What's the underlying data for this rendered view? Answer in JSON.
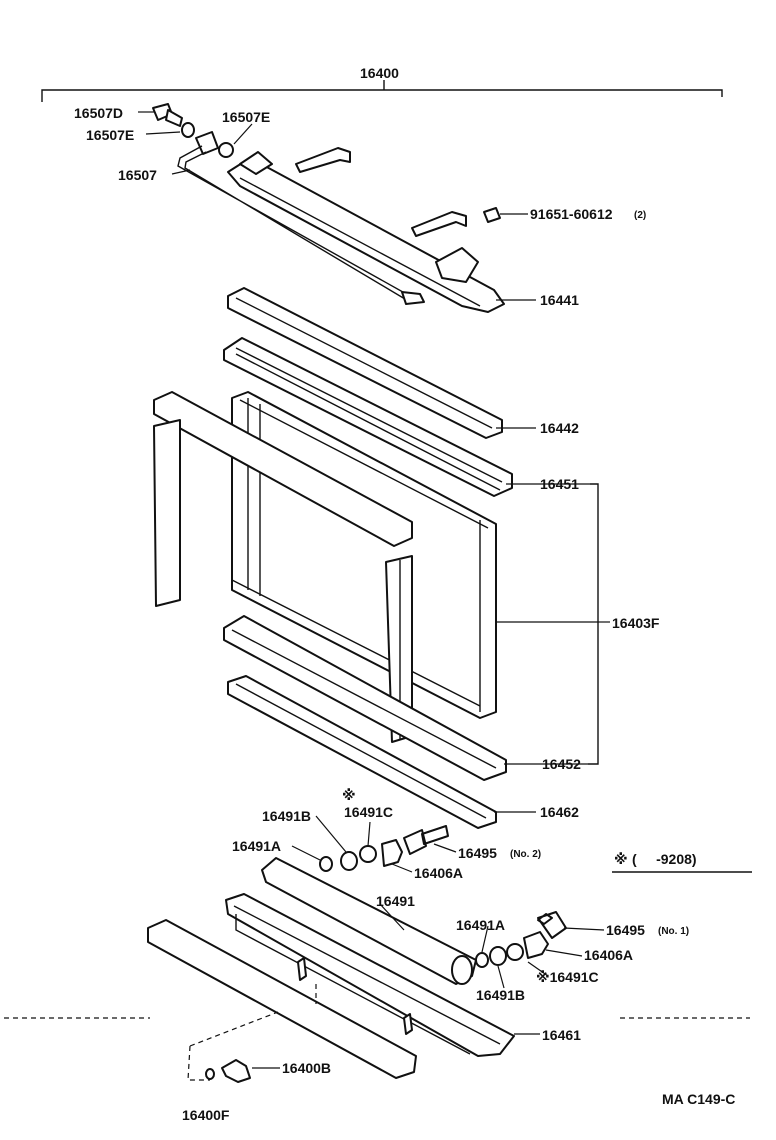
{
  "diagram": {
    "assembly_label": "16400",
    "code": "MA C149-C",
    "note": {
      "symbol": "※",
      "text": "(     -9208)"
    },
    "parts": {
      "p16507D": "16507D",
      "p16507E_left": "16507E",
      "p16507E_right": "16507E",
      "p16507": "16507",
      "p91651": "91651-60612",
      "p91651_qty": "(2)",
      "p16441": "16441",
      "p16442": "16442",
      "p16451": "16451",
      "p16403F": "16403F",
      "p16452": "16452",
      "p16462": "16462",
      "p16491B_top": "16491B",
      "p16491C_top": "16491C",
      "p16491C_top_mark": "※",
      "p16491A_top": "16491A",
      "p16495_no2": "16495",
      "p16495_no2_note": "(No. 2)",
      "p16406A_top": "16406A",
      "p16491": "16491",
      "p16491A_bottom": "16491A",
      "p16495_no1": "16495",
      "p16495_no1_note": "(No. 1)",
      "p16406A_bottom": "16406A",
      "p16491C_bottom": "※16491C",
      "p16491B_bottom": "16491B",
      "p16461": "16461",
      "p16400B": "16400B",
      "p16400F": "16400F"
    }
  }
}
